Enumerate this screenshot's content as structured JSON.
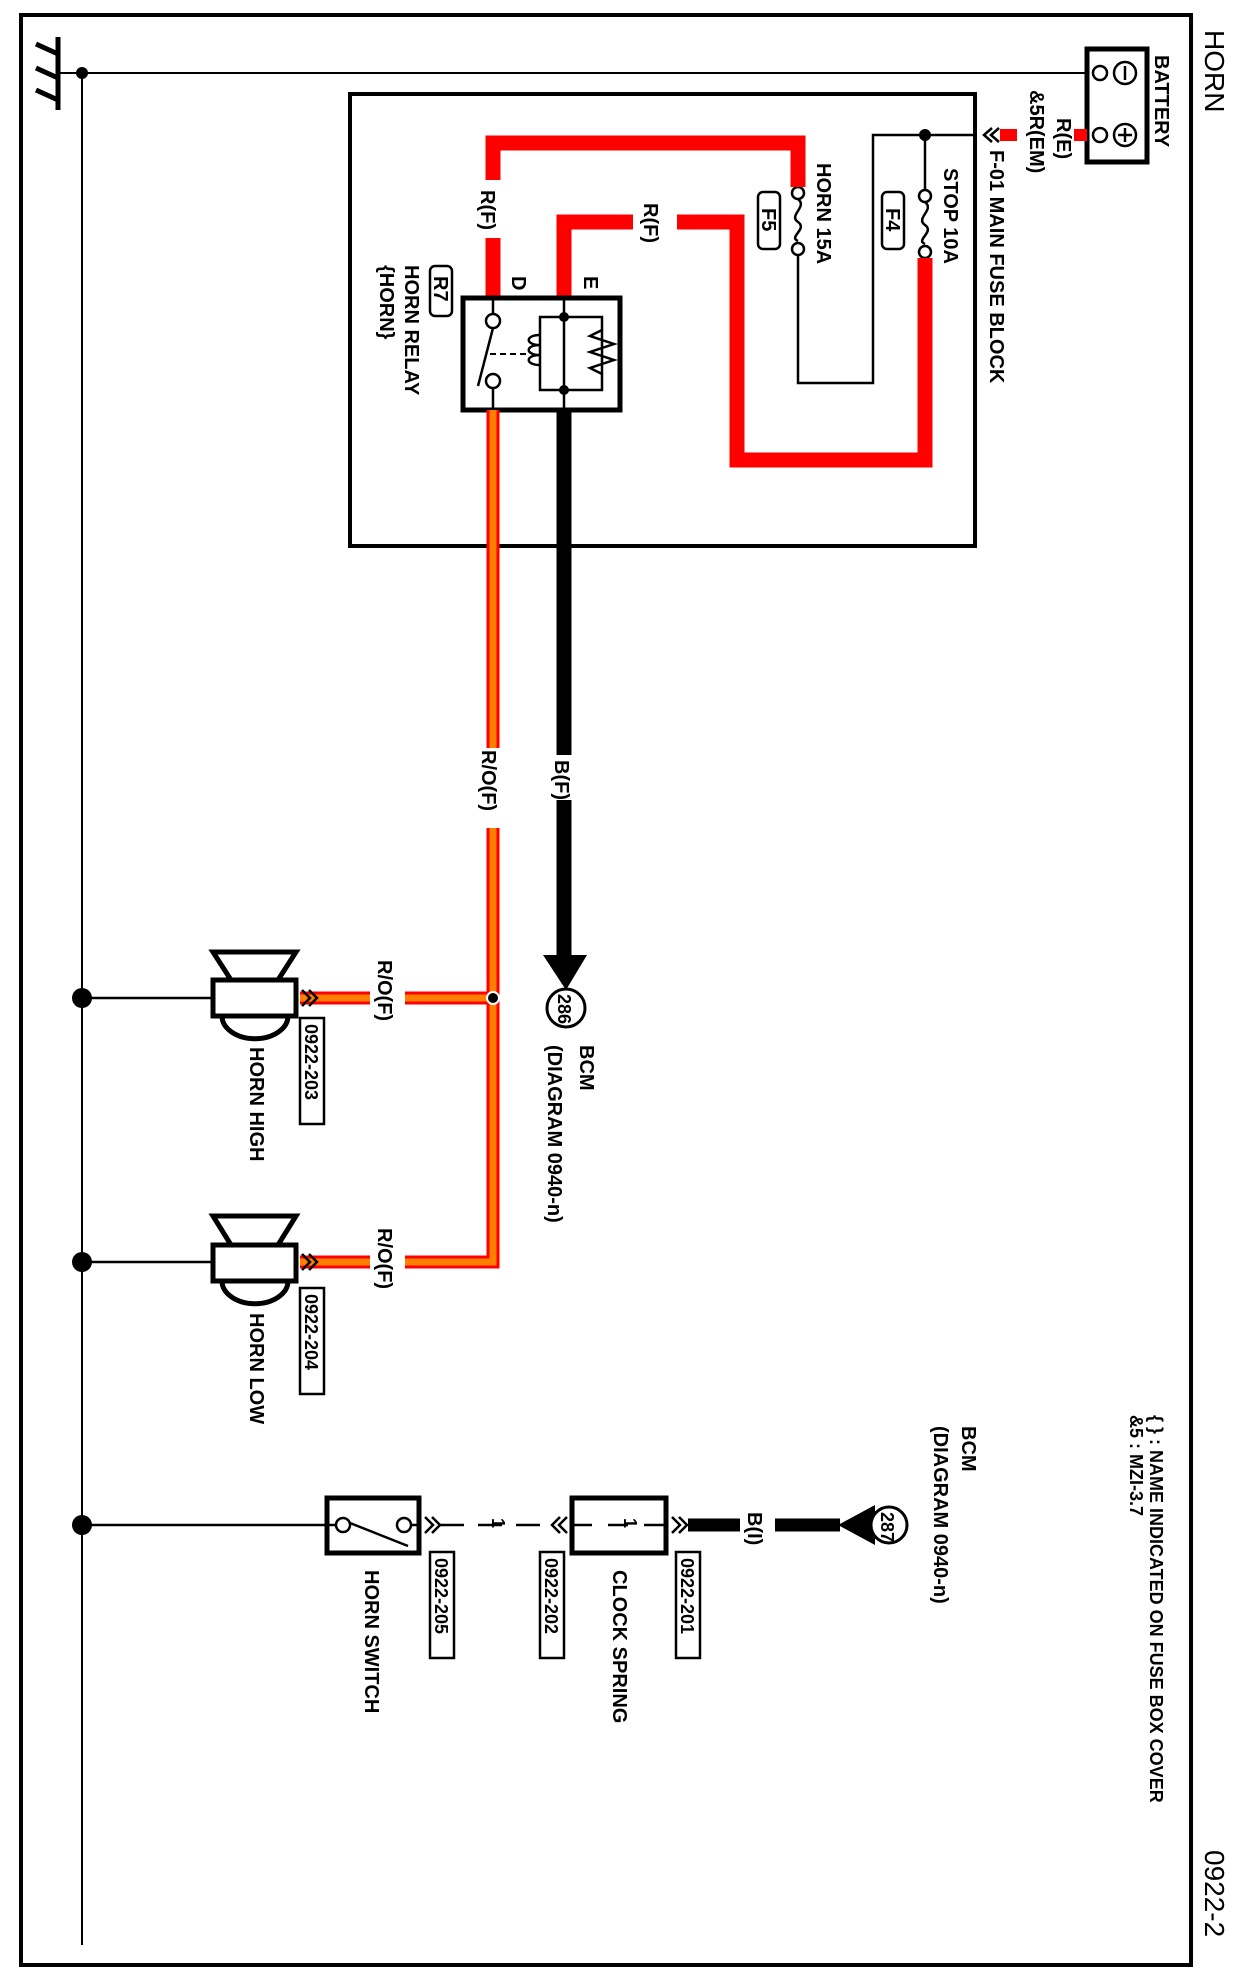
{
  "diagram": {
    "title": "HORN",
    "page_id": "0922-2",
    "colors": {
      "red_wire": "#ff0000",
      "orange_wire": "#ff7f00",
      "black_wire": "#000000",
      "frame": "#000000"
    },
    "notes": {
      "line1": "{ } : NAME INDICATED ON FUSE BOX COVER",
      "line2": "&5 : MZI-3.7"
    },
    "battery": {
      "label": "BATTERY",
      "neg_symbol": "−",
      "pos_symbol": "+",
      "wire_label_1": "R(E)",
      "wire_label_2": "&5R(EM)"
    },
    "fuse_block": {
      "label": "F-01 MAIN FUSE BLOCK",
      "fuses": [
        {
          "id": "F4",
          "name": "STOP 10A"
        },
        {
          "id": "F5",
          "name": "HORN 15A"
        }
      ]
    },
    "relay": {
      "id": "R7",
      "name": "HORN RELAY",
      "cover_name": "{HORN}",
      "pin_d": "D",
      "pin_e": "E"
    },
    "wires": {
      "relay_d_feed": "R(F)",
      "relay_e_feed": "R(F)",
      "relay_out": "R/O(F)",
      "bcm_ctrl": "B(F)",
      "horn_high_feed": "R/O(F)",
      "horn_low_feed": "R/O(F)",
      "clock_spring_bcm": "B(I)"
    },
    "bcm_286": {
      "pin": "286",
      "label": "BCM",
      "ref": "(DIAGRAM 0940-n)"
    },
    "bcm_287": {
      "pin": "287",
      "label": "BCM",
      "ref": "(DIAGRAM 0940-n)"
    },
    "horn_high": {
      "name": "HORN HIGH",
      "connector": "0922-203"
    },
    "horn_low": {
      "name": "HORN LOW",
      "connector": "0922-204"
    },
    "horn_switch": {
      "name": "HORN SWITCH",
      "connector": "0922-205",
      "pin": "1"
    },
    "clock_spring": {
      "name": "CLOCK SPRING",
      "connector_in": "0922-202",
      "connector_out": "0922-201",
      "pin": "1"
    }
  }
}
